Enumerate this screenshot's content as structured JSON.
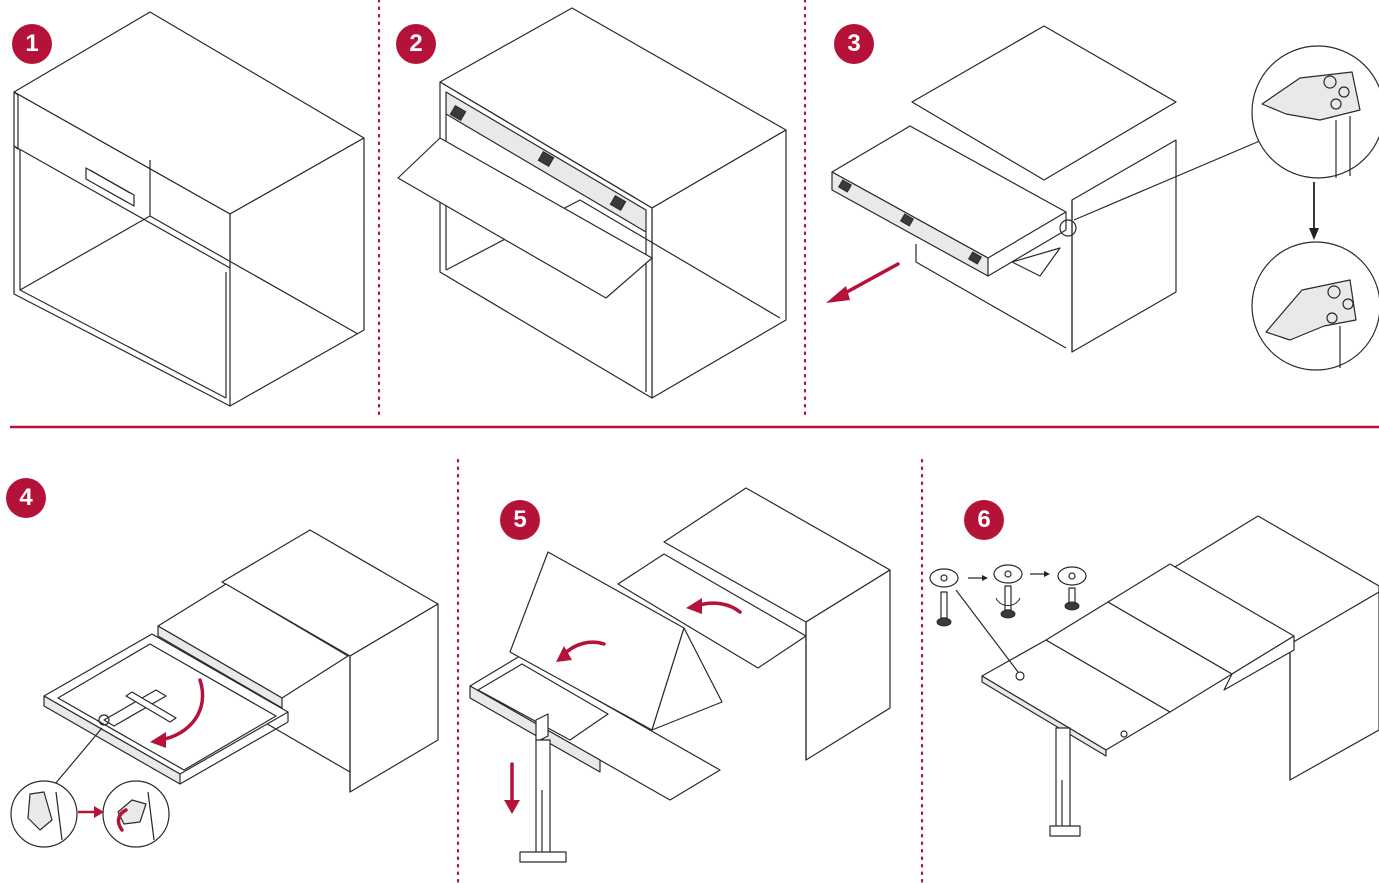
{
  "steps": [
    {
      "number": "1"
    },
    {
      "number": "2"
    },
    {
      "number": "3"
    },
    {
      "number": "4"
    },
    {
      "number": "5"
    },
    {
      "number": "6"
    }
  ],
  "colors": {
    "accent": "#b5123a",
    "line": "#2a2a2a",
    "divider": "#b5123a"
  },
  "icons": [
    "arrow-pull-icon",
    "arrow-down-icon",
    "arrow-right-icon",
    "arrow-rotate-icon",
    "detail-callout-icon"
  ]
}
